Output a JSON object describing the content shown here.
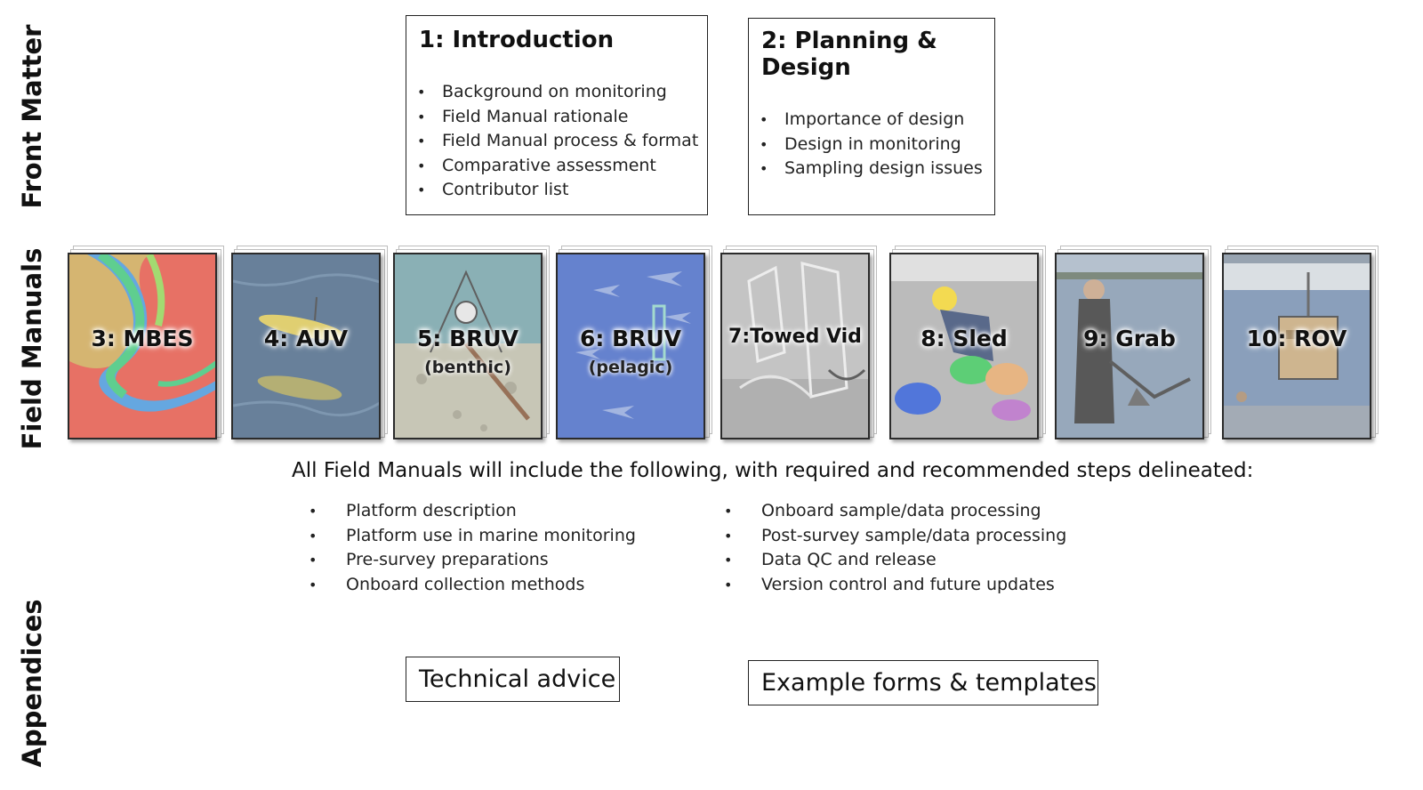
{
  "sections": {
    "front_matter": "Front Matter",
    "field_manuals": "Field Manuals",
    "appendices": "Appendices"
  },
  "front_boxes": [
    {
      "title": "1: Introduction",
      "items": [
        "Background on monitoring",
        "Field Manual rationale",
        "Field Manual process & format",
        "Comparative assessment",
        "Contributor list"
      ]
    },
    {
      "title": "2: Planning & Design",
      "items": [
        "Importance of design",
        "Design in monitoring",
        "Sampling design issues"
      ]
    }
  ],
  "manuals": [
    {
      "label": "3: MBES",
      "sub": ""
    },
    {
      "label": "4: AUV",
      "sub": ""
    },
    {
      "label": "5: BRUV",
      "sub": "(benthic)"
    },
    {
      "label": "6: BRUV",
      "sub": "(pelagic)"
    },
    {
      "label": "7:Towed Vid",
      "sub": ""
    },
    {
      "label": "8: Sled",
      "sub": ""
    },
    {
      "label": "9: Grab",
      "sub": ""
    },
    {
      "label": "10: ROV",
      "sub": ""
    }
  ],
  "common": {
    "intro": "All Field Manuals will include the following, with required and recommended steps delineated:",
    "left": [
      "Platform description",
      "Platform use in marine monitoring",
      "Pre-survey preparations",
      "Onboard collection methods"
    ],
    "right": [
      "Onboard sample/data processing",
      "Post-survey sample/data processing",
      "Data QC and release",
      "Version control and future updates"
    ]
  },
  "appendices": {
    "technical": "Technical advice",
    "forms": "Example forms & templates"
  }
}
